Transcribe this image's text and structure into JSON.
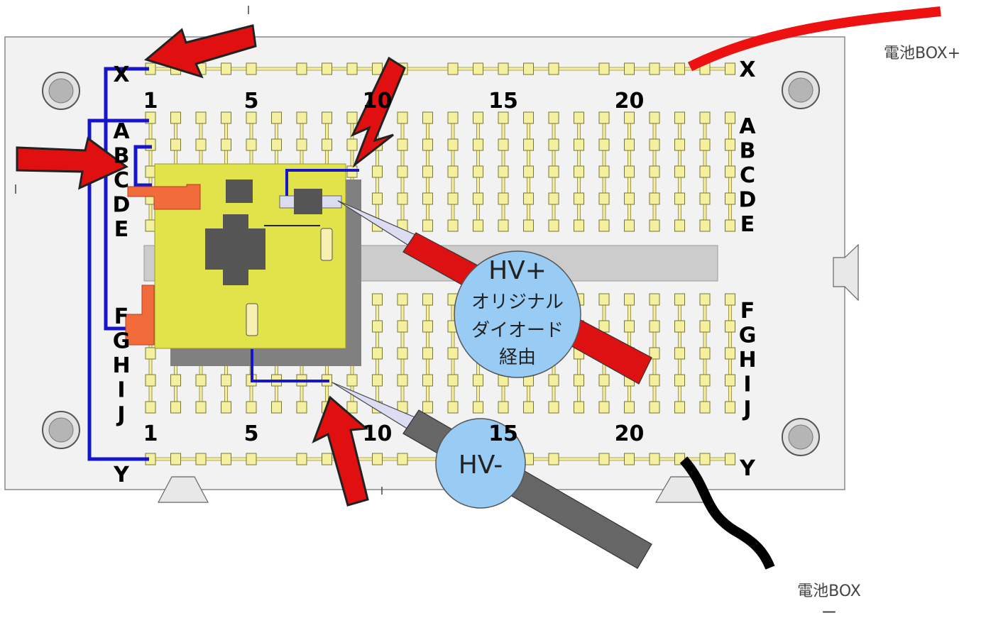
{
  "breadboard": {
    "rail_top_label_left": "X",
    "rail_top_label_right": "X",
    "rail_bottom_label_left": "Y",
    "rail_bottom_label_right": "Y",
    "row_labels_top": [
      "A",
      "B",
      "C",
      "D",
      "E"
    ],
    "row_labels_bottom": [
      "F",
      "G",
      "H",
      "I",
      "J"
    ],
    "column_numbers_top": [
      "1",
      "5",
      "10",
      "15",
      "20"
    ],
    "column_numbers_bottom": [
      "1",
      "5",
      "10",
      "15",
      "20"
    ]
  },
  "probes": {
    "positive": {
      "title": "HV+",
      "line1": "オリジナル",
      "line2": "ダイオード",
      "line3": "経由"
    },
    "negative": {
      "title": "HV-"
    }
  },
  "battery": {
    "plus_label": "電池BOX+",
    "minus_label_line1": "電池BOX",
    "minus_label_line2": "ー"
  },
  "colors": {
    "board": "#f2f2f2",
    "strip": "#f5f0a0",
    "module": "#e2e24a",
    "module_shadow": "#808080",
    "jumper": "#1515cc",
    "arrow": "#e01010",
    "probe_red": "#dd1111",
    "probe_gray": "#666666",
    "callout": "#99ccf5",
    "orange": "#f26b3a"
  }
}
